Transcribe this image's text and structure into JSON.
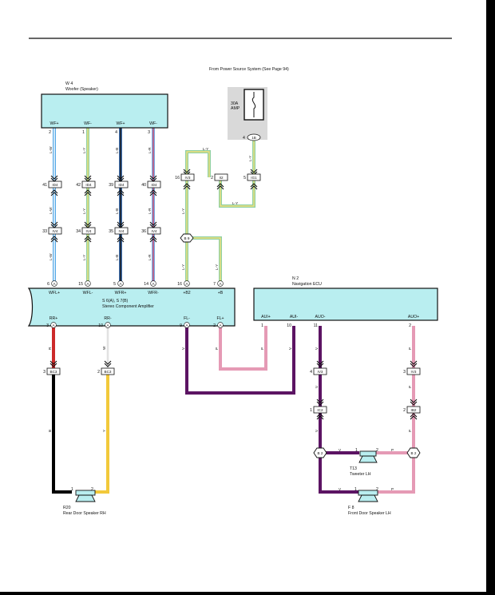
{
  "source_note": "From Power Source System (See Page 94)",
  "fuse": {
    "rating": "30A",
    "name": "AMP"
  },
  "power_pin": "4",
  "power_conn": "1B",
  "woofer": {
    "code": "W 4",
    "name": "Woofer (Speaker)",
    "terminals": [
      "WF+",
      "WF-",
      "WF+",
      "WF-"
    ],
    "pins": [
      "2",
      "1",
      "4",
      "3"
    ]
  },
  "woofer_wires": [
    {
      "color": "L-W",
      "hex": "#55a8e6",
      "j1_pin": "41",
      "j1_conn": "ID4",
      "j2_pin": "33",
      "j2_conn": "IV4",
      "amp_pin": "6",
      "amp_label": "WFL+"
    },
    {
      "color": "L-Y",
      "hex": "#8fd0a4",
      "j1_pin": "42",
      "j1_conn": "ID4",
      "j2_pin": "34",
      "j2_conn": "IV4",
      "amp_pin": "15",
      "amp_label": "WFL-"
    },
    {
      "color": "L-B",
      "hex": "#3e6fae",
      "j1_pin": "39",
      "j1_conn": "ID4",
      "j2_pin": "35",
      "j2_conn": "IV4",
      "amp_pin": "5",
      "amp_label": "WFR+"
    },
    {
      "color": "L-R",
      "hex": "#d06a86",
      "j1_pin": "40",
      "j1_conn": "ID4",
      "j2_pin": "36",
      "j2_conn": "IV4",
      "amp_pin": "14",
      "amp_label": "WFR-"
    }
  ],
  "power_route": {
    "wire": "L-Y",
    "iv3_pin": "16",
    "iv3_conn": "IV3",
    "ii2_pin": "2",
    "ii2_conn": "II2",
    "ig1_pin": "5",
    "ig1_conn": "IG1",
    "splice": "B 9",
    "b2_pin": "16",
    "b2_label": "+B2",
    "b_pin": "7",
    "b_label": "+B"
  },
  "amp_conn_letter": "A",
  "amplifier": {
    "code": "S 6(A), S 7(B)",
    "name": "Stereo Component Amplifier"
  },
  "amp_bottom": [
    {
      "label": "RR+",
      "pin": "3",
      "conn": "A"
    },
    {
      "label": "RR-",
      "pin": "10",
      "conn": "A"
    },
    {
      "label": "FL-",
      "pin": "9",
      "conn": "A"
    },
    {
      "label": "FL+",
      "pin": "2",
      "conn": "A"
    }
  ],
  "ecu": {
    "code": "N 2",
    "name": "Navigation ECU",
    "terminals": [
      "AUI+",
      "AUI-",
      "AUO-",
      "AUO+"
    ],
    "pins": [
      "1",
      "10",
      "11",
      "2"
    ]
  },
  "wire_labels": {
    "R": "R",
    "W": "W",
    "B": "B",
    "Y": "Y",
    "V": "V",
    "P": "P"
  },
  "colors": {
    "V": "#5c1463",
    "P": "#e59ab5",
    "R": "#cc2a2a",
    "W": "#d8d8d8",
    "B": "#000000",
    "Y": "#f2c93b"
  },
  "rear_chain": {
    "rr_plus": {
      "pin": "3",
      "conn": "BC3"
    },
    "rr_minus": {
      "pin": "2",
      "conn": "BC3"
    }
  },
  "front_chain": {
    "iv3_left": {
      "pin": "4",
      "conn": "IV3"
    },
    "iv3_right": {
      "pin": "3",
      "conn": "IV3"
    },
    "ic2": {
      "pin": "1",
      "conn": "IC2"
    },
    "ib2": {
      "pin": "2",
      "conn": "IB2"
    },
    "splice": "B 2"
  },
  "rear_speaker": {
    "code": "R20",
    "name": "Rear Door Speaker RH",
    "pin1": "1",
    "pin2": "2"
  },
  "tweeter": {
    "code": "T13",
    "name": "Tweeter LH",
    "pin1": "1",
    "pin2": "2"
  },
  "front_speaker": {
    "code": "F 8",
    "name": "Front Door Speaker LH",
    "pin1": "1",
    "pin2": "2"
  }
}
